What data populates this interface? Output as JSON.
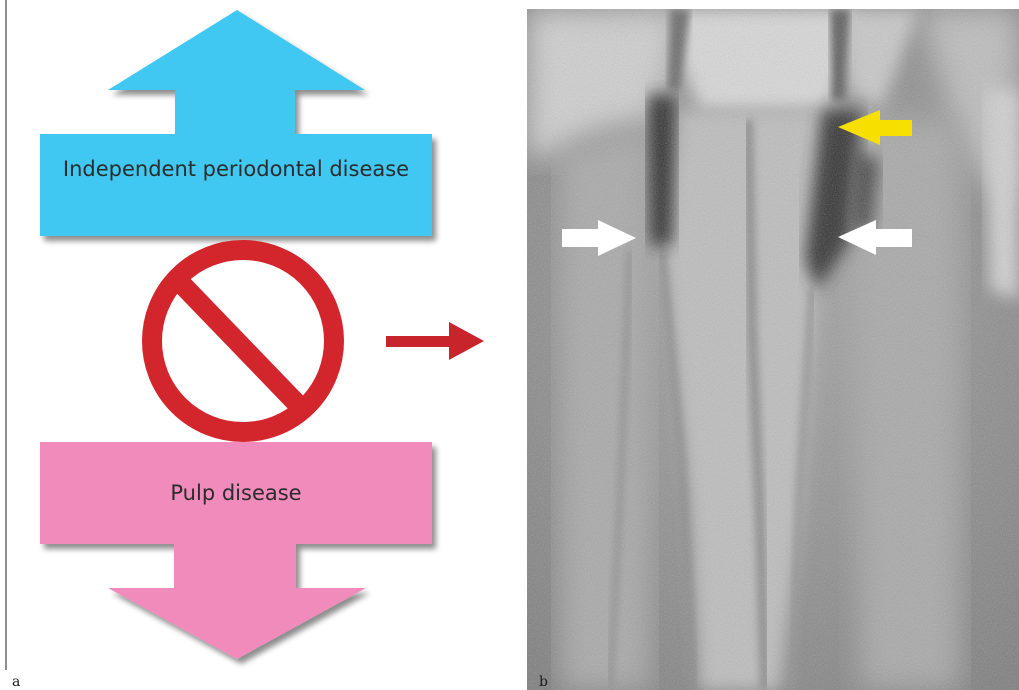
{
  "panel_a": {
    "letter": "a",
    "top_box": {
      "label": "Independent periodontal disease",
      "color": "#41c8f2"
    },
    "bottom_box": {
      "label": "Pulp disease",
      "color": "#f18bbb"
    },
    "prohibition_sign": {
      "icon": "no-entry-icon",
      "color": "#d3252c"
    },
    "pointer_arrow": {
      "icon": "arrow-right-icon",
      "color": "#c8242c"
    }
  },
  "panel_b": {
    "letter": "b",
    "arrows": [
      {
        "icon": "arrow-left-icon",
        "color": "#f7e000"
      },
      {
        "icon": "arrow-right-icon",
        "color": "#ffffff"
      },
      {
        "icon": "arrow-left-icon",
        "color": "#ffffff"
      }
    ]
  }
}
